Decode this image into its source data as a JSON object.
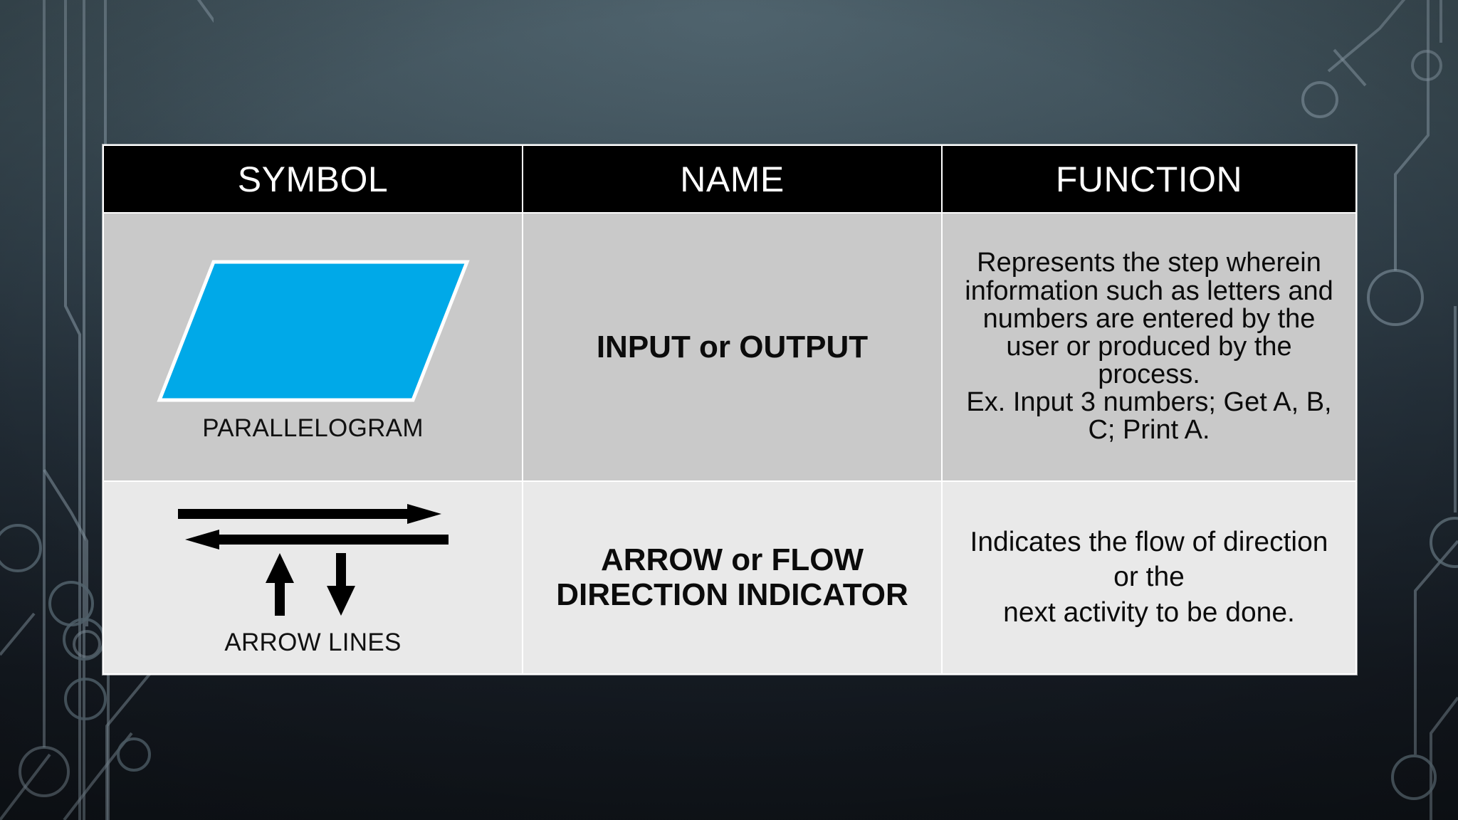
{
  "slide": {
    "background_top_color": "#3e5059",
    "background_bottom_color": "#11161c",
    "decoration": "circuit-board-traces"
  },
  "table": {
    "headers": [
      "SYMBOL",
      "NAME",
      "FUNCTION"
    ],
    "header_background": "#000000",
    "header_text_color": "#ffffff",
    "border_color": "#ffffff",
    "rows": [
      {
        "row_background": "#c9c9c9",
        "symbol": {
          "shape": "parallelogram",
          "fill_color": "#00a9e8",
          "outline_color": "#ffffff",
          "caption": "PARALLELOGRAM"
        },
        "name": "INPUT or OUTPUT",
        "function": "Represents the step wherein information such as letters and numbers are entered by the user or produced by the process.\nEx. Input 3 numbers; Get A, B, C; Print A."
      },
      {
        "row_background": "#e9e9e9",
        "symbol": {
          "shape": "arrow-lines",
          "fill_color": "#000000",
          "arrows": [
            "right",
            "left",
            "up",
            "down"
          ],
          "caption": "ARROW LINES"
        },
        "name": "ARROW or FLOW DIRECTION INDICATOR",
        "function": "Indicates the flow of direction or the\nnext activity to be done."
      }
    ]
  }
}
